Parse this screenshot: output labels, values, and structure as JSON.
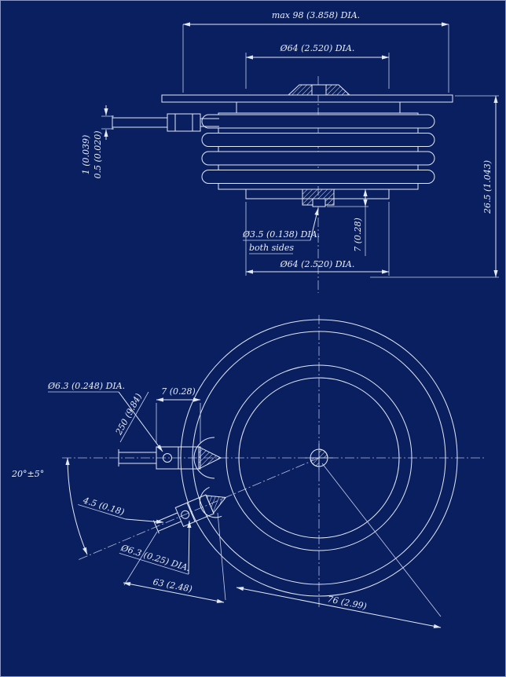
{
  "colors": {
    "background": "#0a1f60",
    "line": "#e3e9f7"
  },
  "top_view": {
    "dim_overall_dia": "max 98  (3.858) DIA.",
    "dim_top_pole_dia": "Ø64 (2.520) DIA.",
    "dim_lead_offset": "1 (0.039)",
    "dim_lead_thickness": "0.5 (0.020)",
    "dim_height": "26.5 (1.043)",
    "dim_center_hole": "Ø3.5 (0.138) DIA.",
    "dim_center_hole_note": "both sides",
    "dim_hole_depth": "7 (0.28)",
    "dim_bottom_pole_dia": "Ø64 (2.520) DIA."
  },
  "plan_view": {
    "dim_gate_lead_dia": "Ø6.3 (0.248) DIA.",
    "dim_gate_block_width": "7 (0.28)",
    "dim_gate_lead_length": "250 (9.84)",
    "dim_lead_angle": "20°±5°",
    "dim_aux_offset": "4.5 (0.18)",
    "dim_aux_lead_dia": "Ø6.3 (0.25) DIA.",
    "dim_aux_lead_length": "63 (2.48)",
    "dim_lead_radius": "76 (2.99)"
  }
}
